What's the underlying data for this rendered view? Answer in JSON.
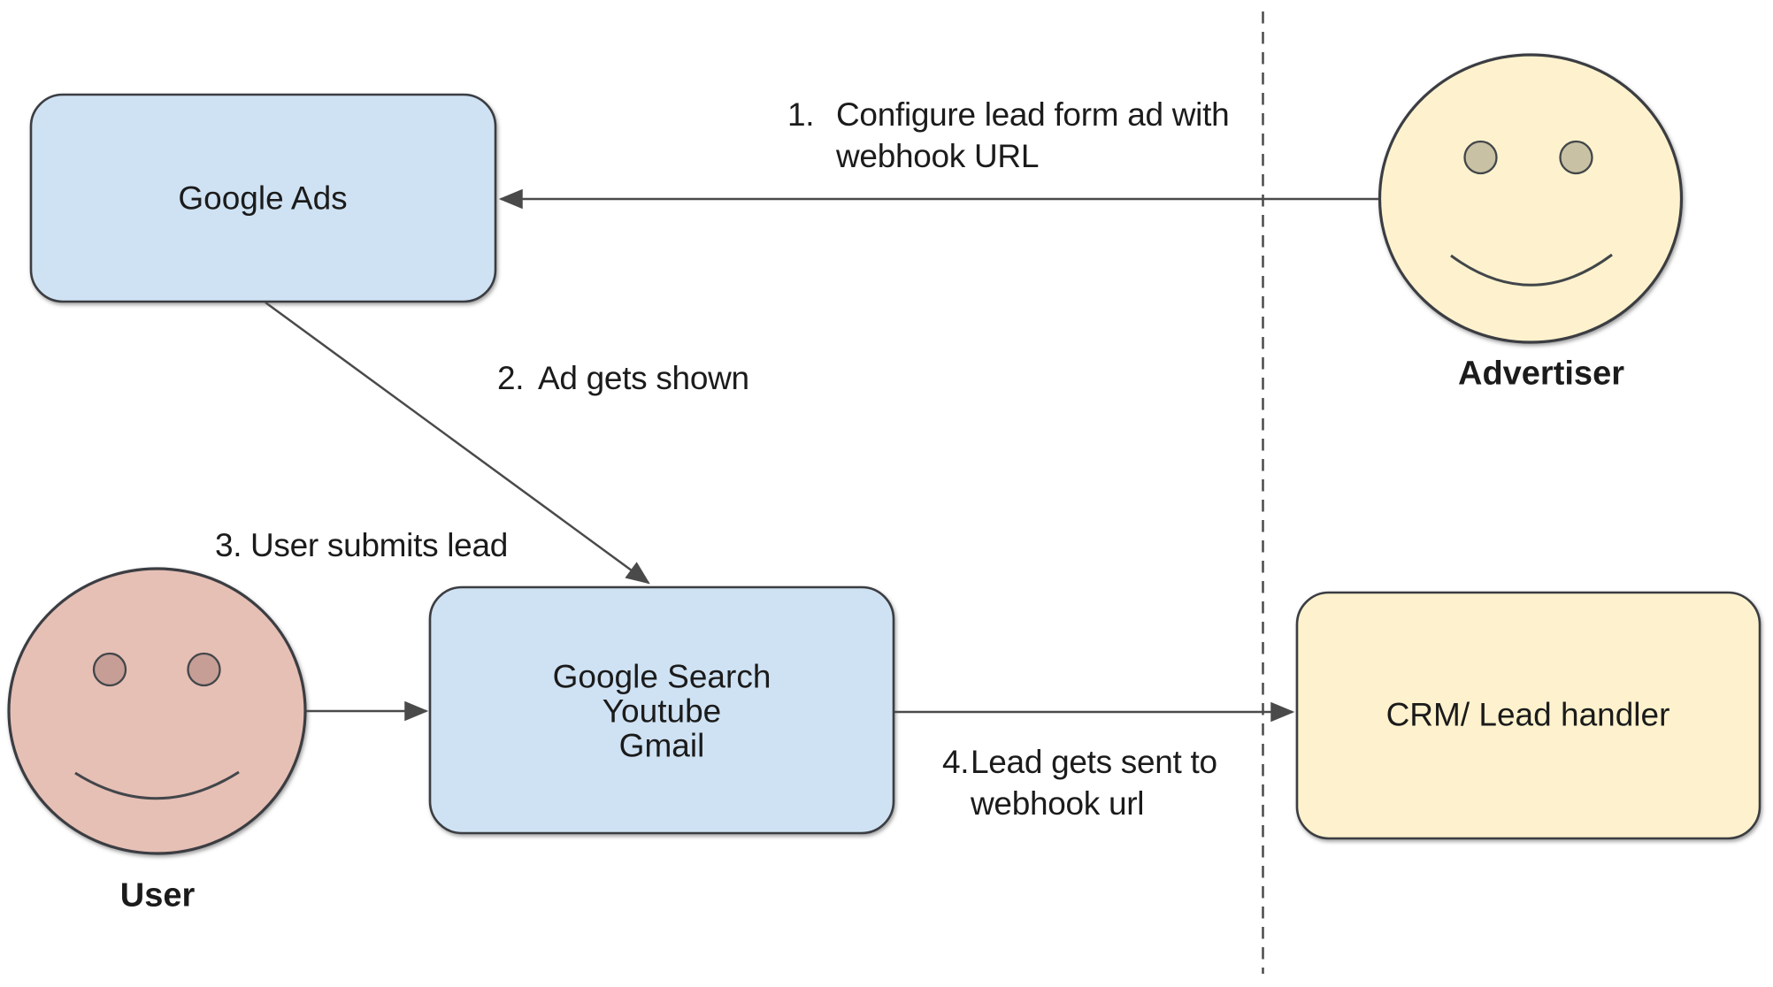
{
  "diagram": {
    "boxes": [
      {
        "id": "google-ads",
        "label": "Google Ads"
      },
      {
        "id": "google-surfaces",
        "lines": [
          "Google Search",
          "Youtube",
          "Gmail"
        ]
      },
      {
        "id": "crm",
        "label": "CRM/ Lead handler"
      }
    ],
    "actors": [
      {
        "id": "user",
        "label": "User"
      },
      {
        "id": "advertiser",
        "label": "Advertiser"
      }
    ],
    "steps": [
      {
        "num": "1.",
        "lines": [
          "Configure lead form ad with",
          "webhook URL"
        ]
      },
      {
        "num": "2.",
        "lines": [
          "Ad gets shown"
        ]
      },
      {
        "num": "3.",
        "lines": [
          "User submits lead"
        ]
      },
      {
        "num": "4.",
        "lines": [
          "Lead gets sent to",
          "webhook url"
        ]
      }
    ],
    "colors": {
      "box_blue": "#cfe2f3",
      "box_yellow": "#fdf2cd",
      "user_skin": "#e6bfb5",
      "user_eye": "#c69e95",
      "advertiser_eye": "#c9c1a4",
      "shape_stroke": "#3b3e42",
      "line_color": "#4a4a4a",
      "text_color": "#1b1b1b"
    }
  }
}
